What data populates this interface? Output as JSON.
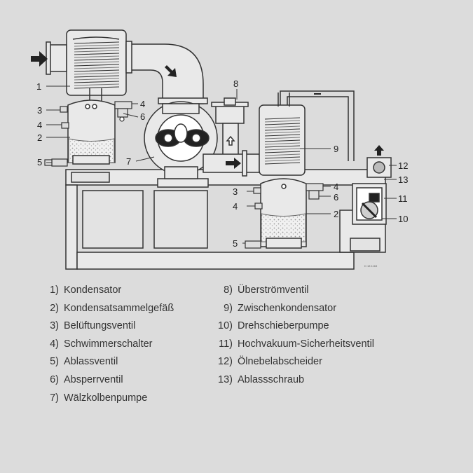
{
  "callouts": [
    "1",
    "2",
    "3",
    "4",
    "5",
    "6",
    "7",
    "8",
    "9",
    "10",
    "11",
    "12",
    "13"
  ],
  "legend": {
    "left": [
      {
        "num": "1)",
        "text": "Kondensator"
      },
      {
        "num": "2)",
        "text": "Kondensatsammelgefäß"
      },
      {
        "num": "3)",
        "text": "Belüftungsventil"
      },
      {
        "num": "4)",
        "text": "Schwimmerschalter"
      },
      {
        "num": "5)",
        "text": "Ablassventil"
      },
      {
        "num": "6)",
        "text": "Absperrventil"
      },
      {
        "num": "7)",
        "text": "Wälzkolbenpumpe"
      }
    ],
    "right": [
      {
        "num": "8)",
        "text": "Überströmventil"
      },
      {
        "num": "9)",
        "text": "Zwischenkondensator"
      },
      {
        "num": "10)",
        "text": "Drehschieberpumpe"
      },
      {
        "num": "11)",
        "text": "Hochvakuum-Sicherheitsventil"
      },
      {
        "num": "12)",
        "text": "Ölnebelabscheider"
      },
      {
        "num": "13)",
        "text": "Ablassschraub"
      }
    ]
  },
  "drawing_code": "D 18 1163",
  "colors": {
    "background": "#dcdcdc",
    "metal": "#e9e9e9",
    "line": "#333333"
  }
}
